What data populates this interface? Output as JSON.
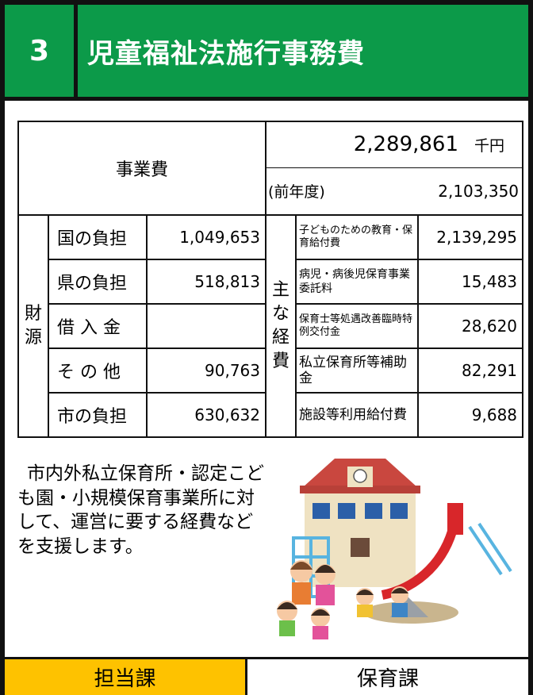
{
  "header": {
    "number": "3",
    "title": "児童福祉法施行事務費"
  },
  "table": {
    "project_cost_label": "事業費",
    "total_amount": "2,289,861",
    "unit": "千円",
    "prev_year_label": "(前年度)",
    "prev_year_amount": "2,103,350",
    "funding_label": "財源",
    "funding": [
      {
        "label": "国の負担",
        "value": "1,049,653"
      },
      {
        "label": "県の負担",
        "value": "518,813"
      },
      {
        "label": "借 入 金",
        "value": ""
      },
      {
        "label": "そ の 他",
        "value": "90,763"
      },
      {
        "label": "市の負担",
        "value": "630,632"
      }
    ],
    "expense_label": "主な経費",
    "expenses": [
      {
        "label": "子どものための教育・保育給付費",
        "value": "2,139,295"
      },
      {
        "label": "病児・病後児保育事業委託料",
        "value": "15,483"
      },
      {
        "label": "保育士等処遇改善臨時特例交付金",
        "value": "28,620"
      },
      {
        "label": "私立保育所等補助金",
        "value": "82,291"
      },
      {
        "label": "施設等利用給付費",
        "value": "9,688"
      }
    ]
  },
  "description": "市内外私立保育所・認定こども園・小規模保育事業所に対して、運営に要する経費などを支援します。",
  "footer": {
    "tag": "担当課",
    "department": "保育課"
  },
  "colors": {
    "header": "#0c9a49",
    "tag": "#fec200"
  }
}
